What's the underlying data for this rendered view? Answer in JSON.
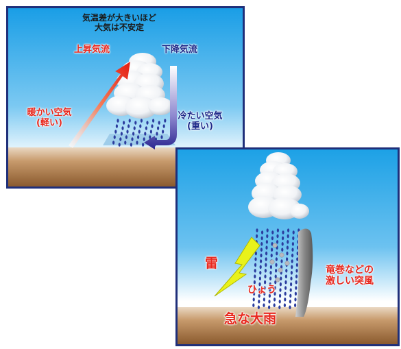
{
  "panel_top": {
    "title_line1": "気温差が大きいほど",
    "title_line2": "大気は不安定",
    "updraft_label": "上昇気流",
    "downdraft_label": "下降気流",
    "warm_air_label": "暖かい空気",
    "warm_air_sub": "(軽い)",
    "cold_air_label": "冷たい空気",
    "cold_air_sub": "(重い)"
  },
  "panel_bottom": {
    "lightning_label": "雷",
    "hail_label": "ひょう",
    "gust_label_line1": "竜巻などの",
    "gust_label_line2": "激しい突風",
    "heavy_rain_label": "急な大雨"
  },
  "colors": {
    "border": "#1f2f7a",
    "sky_top": "#1da1e6",
    "sky_bottom": "#ffffff",
    "ground": "#b8875a",
    "rain": "#2b3c9e",
    "red_text": "#e8281e",
    "navy_text": "#1e2a8a",
    "lightning": "#e9f21a"
  },
  "icons": [
    "cloud-icon",
    "updraft-arrow-icon",
    "downdraft-arrow-icon",
    "lightning-bolt-icon",
    "gust-column-icon",
    "hail-icon",
    "raindrop-icon"
  ]
}
